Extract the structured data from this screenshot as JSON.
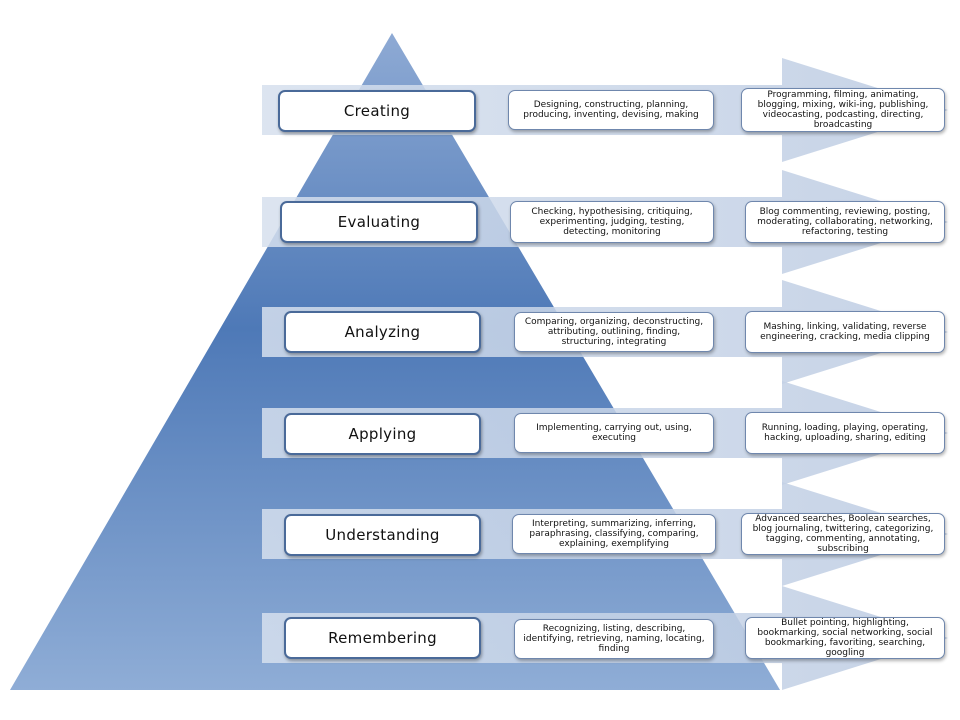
{
  "diagram": {
    "colors": {
      "pyramid_top": "#8eaad4",
      "pyramid_mid": "#4e79b7",
      "pyramid_bottom": "#8fadd6",
      "arrow": "#c9d6e8",
      "box_border": "#4a6a99"
    },
    "levels": [
      {
        "name": "Creating",
        "activities": "Designing, constructing, planning, producing, inventing, devising, making",
        "digital": "Programming, filming, animating, blogging, mixing, wiki-ing, publishing, videocasting, podcasting, directing, broadcasting"
      },
      {
        "name": "Evaluating",
        "activities": "Checking, hypothesising, critiquing, experimenting, judging, testing, detecting, monitoring",
        "digital": "Blog commenting, reviewing, posting, moderating, collaborating, networking, refactoring, testing"
      },
      {
        "name": "Analyzing",
        "activities": "Comparing, organizing, deconstructing, attributing, outlining, finding, structuring, integrating",
        "digital": "Mashing, linking, validating, reverse engineering, cracking, media clipping"
      },
      {
        "name": "Applying",
        "activities": "Implementing, carrying out, using, executing",
        "digital": "Running, loading, playing, operating, hacking, uploading, sharing, editing"
      },
      {
        "name": "Understanding",
        "activities": "Interpreting, summarizing, inferring, paraphrasing, classifying, comparing, explaining, exemplifying",
        "digital": "Advanced searches, Boolean searches, blog journaling, twittering, categorizing, tagging, commenting, annotating, subscribing"
      },
      {
        "name": "Remembering",
        "activities": "Recognizing, listing, describing, identifying, retrieving, naming, locating, finding",
        "digital": "Bullet pointing, highlighting, bookmarking, social networking, social bookmarking, favoriting, searching, googling"
      }
    ]
  }
}
